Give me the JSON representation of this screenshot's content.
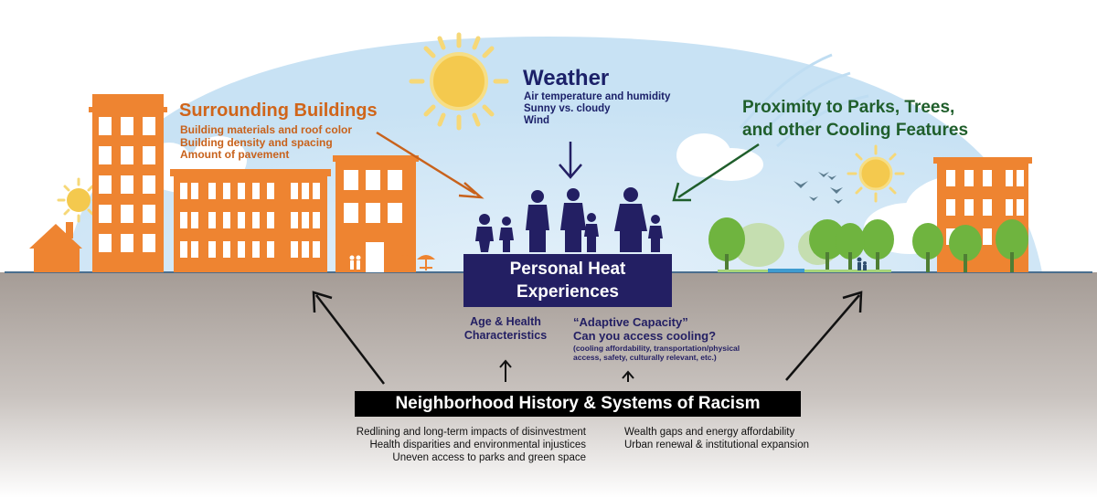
{
  "surrounding_buildings": {
    "title": "Surrounding Buildings",
    "items": [
      "Building materials and roof color",
      "Building density and spacing",
      "Amount of pavement"
    ],
    "color": "#D0651A"
  },
  "weather": {
    "title": "Weather",
    "items": [
      "Air temperature and humidity",
      "Sunny vs. cloudy",
      "Wind"
    ],
    "color": "#1C2169"
  },
  "parks": {
    "title_lines": [
      "Proximity to Parks, Trees,",
      "and other Cooling Features"
    ],
    "color": "#1F5E2B"
  },
  "personal_heat": {
    "title_lines": [
      "Personal Heat",
      "Experiences"
    ]
  },
  "age_health": {
    "lines": [
      "Age & Health",
      "Characteristics"
    ]
  },
  "adaptive": {
    "lines": [
      "“Adaptive Capacity”",
      "Can you access cooling?"
    ],
    "note": "(cooling affordability, transportation/physical access, safety, culturally relevant, etc.)"
  },
  "neighborhood": {
    "title": "Neighborhood History & Systems of Racism",
    "left_items": [
      "Redlining and long-term impacts of disinvestment",
      "Health disparities and environmental injustices",
      "Uneven access to parks and green space"
    ],
    "right_items": [
      "Wealth gaps and energy affordability",
      "Urban renewal & institutional expansion"
    ]
  }
}
